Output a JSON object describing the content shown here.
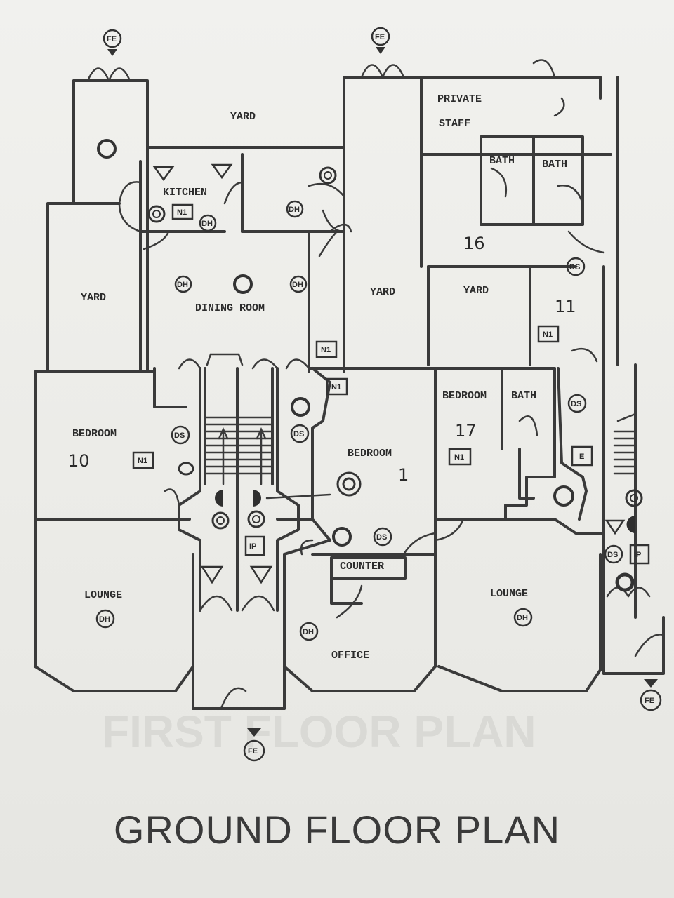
{
  "title": "GROUND FLOOR PLAN",
  "ghost_text": "FIRST FLOOR PLAN",
  "rooms": {
    "yard_top": "YARD",
    "kitchen": "KITCHEN",
    "yard_left": "YARD",
    "dining_room": "DINING ROOM",
    "yard_mid": "YARD",
    "yard_right": "YARD",
    "private_staff_1": "PRIVATE",
    "private_staff_2": "STAFF",
    "bath_1": "BATH",
    "bath_2": "BATH",
    "bedroom_left": "BEDROOM",
    "bedroom_mid": "BEDROOM",
    "bedroom_right": "BEDROOM",
    "bath_right": "BATH",
    "lounge_left": "LOUNGE",
    "lounge_right": "LOUNGE",
    "counter": "COUNTER",
    "office": "OFFICE"
  },
  "room_numbers": {
    "bedroom_left": "10",
    "bedroom_mid": "1",
    "bedroom_right": "17",
    "room_16": "16",
    "room_11": "11"
  },
  "symbols": {
    "fire_exit": "FE",
    "door_holder": "DH",
    "door_sensor": "DS",
    "n1": "N1",
    "ip": "IP",
    "e": "E"
  }
}
